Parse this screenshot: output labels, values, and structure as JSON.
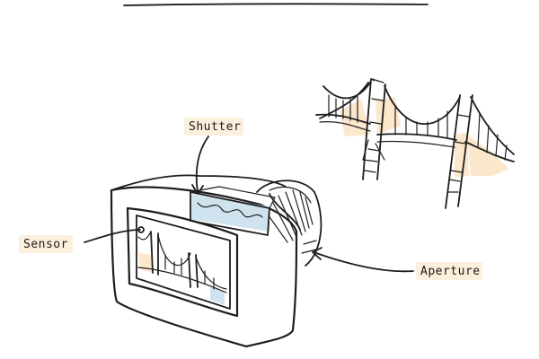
{
  "labels": {
    "shutter": "Shutter",
    "sensor": "Sensor",
    "aperture": "Aperture"
  },
  "colors": {
    "label_highlight": "#fcefdc",
    "bridge_wash": "#fbe7cc",
    "shutter_wash": "#cfe3ef",
    "ink": "#1e1e1e"
  }
}
